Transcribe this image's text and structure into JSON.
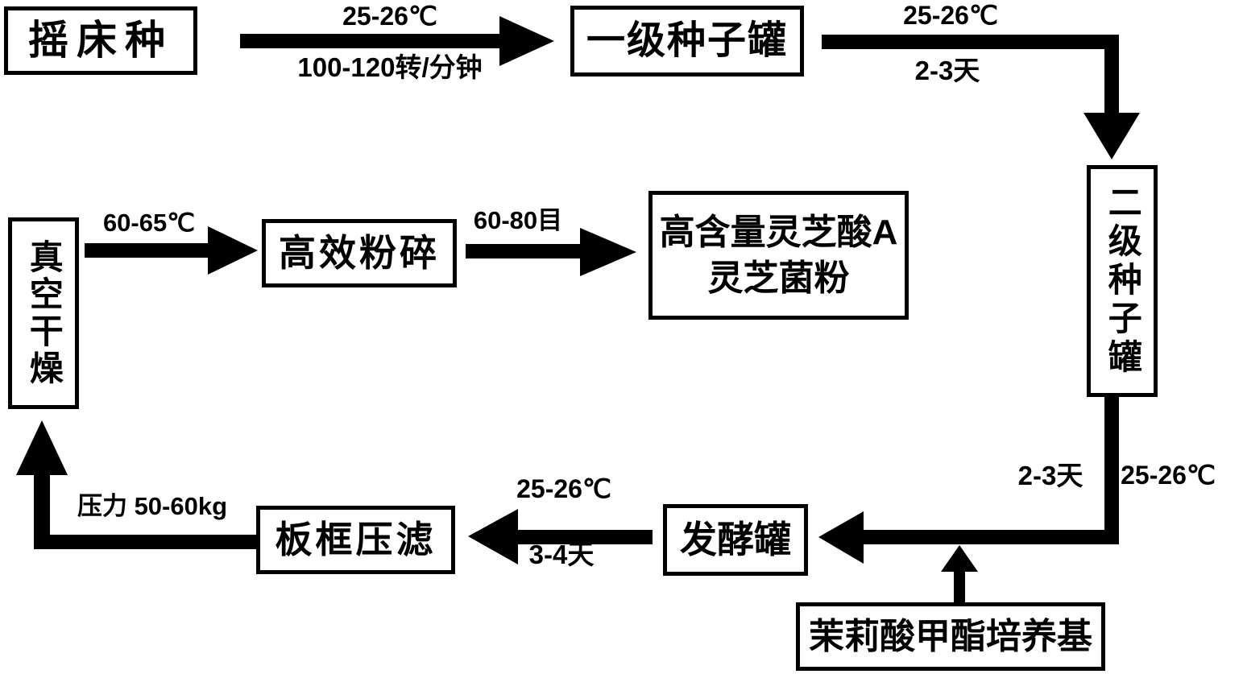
{
  "diagram": {
    "description": "Process flowchart for producing Ganoderma powder with high ganoderic acid A content",
    "colors": {
      "background": "#ffffff",
      "ink": "#000000"
    },
    "nodes": {
      "shake_flask_seed": {
        "label": "摇床种"
      },
      "first_seed_tank": {
        "label": "一级种子罐"
      },
      "second_seed_tank": {
        "label": "二级种子罐"
      },
      "fermentation_tank": {
        "label": "发酵罐"
      },
      "mejasmonate_medium": {
        "label": "茉莉酸甲酯培养基"
      },
      "plate_frame_filter": {
        "label": "板框压滤"
      },
      "vacuum_drying": {
        "label": "真空干燥"
      },
      "efficient_crushing": {
        "label": "高效粉碎"
      },
      "product": {
        "label_line1": "高含量灵芝酸A",
        "label_line2": "灵芝菌粉"
      }
    },
    "edge_labels": {
      "shake_to_first_temp": "25-26℃",
      "shake_to_first_speed": "100-120转/分钟",
      "first_to_second_temp": "25-26℃",
      "first_to_second_days": "2-3天",
      "second_to_ferment_days": "2-3天",
      "second_to_ferment_temp": "25-26℃",
      "ferment_to_filter_temp": "25-26℃",
      "ferment_to_filter_days": "3-4天",
      "filter_to_drying_pressure": "压力 50-60kg",
      "drying_to_crushing_temp": "60-65℃",
      "crushing_to_product_mesh": "60-80目"
    }
  }
}
